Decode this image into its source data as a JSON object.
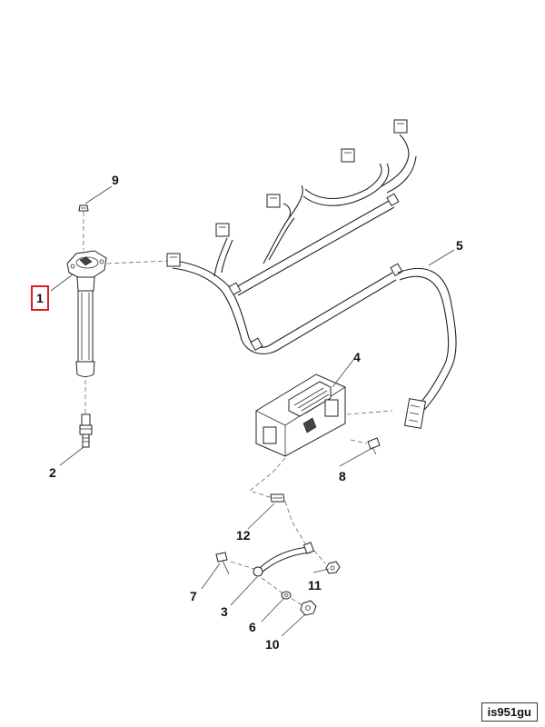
{
  "callouts": [
    {
      "id": "1",
      "label": "1",
      "selected": true
    },
    {
      "id": "2",
      "label": "2",
      "selected": false
    },
    {
      "id": "3",
      "label": "3",
      "selected": false
    },
    {
      "id": "4",
      "label": "4",
      "selected": false
    },
    {
      "id": "5",
      "label": "5",
      "selected": false
    },
    {
      "id": "6",
      "label": "6",
      "selected": false
    },
    {
      "id": "7",
      "label": "7",
      "selected": false
    },
    {
      "id": "8",
      "label": "8",
      "selected": false
    },
    {
      "id": "9",
      "label": "9",
      "selected": false
    },
    {
      "id": "10",
      "label": "10",
      "selected": false
    },
    {
      "id": "11",
      "label": "11",
      "selected": false
    },
    {
      "id": "12",
      "label": "12",
      "selected": false
    }
  ],
  "image_id": "is951gu",
  "highlight_color": "#e01b24"
}
